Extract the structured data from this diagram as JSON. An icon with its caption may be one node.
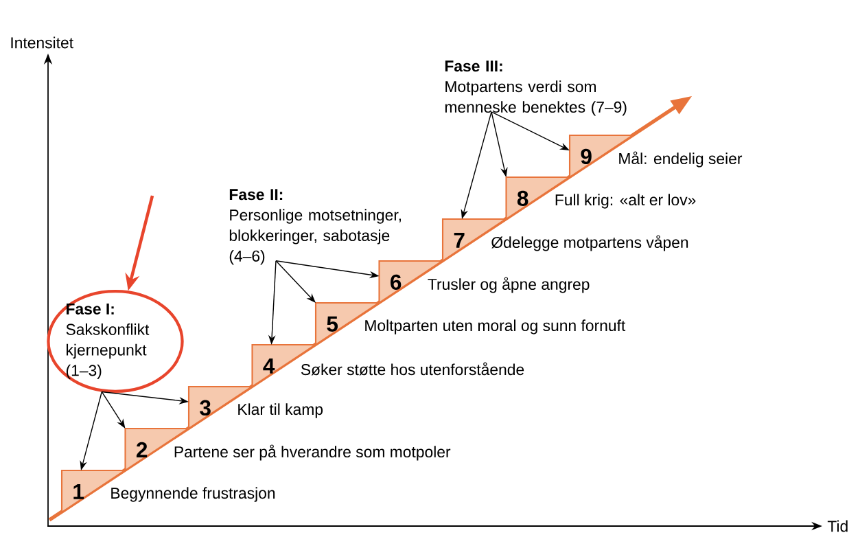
{
  "diagram": {
    "nodes": [
      {
        "text": [
          "Fase I:",
          "Sakskonflikt kjernepunkt (1–3)"
        ]
      },
      {
        "text": [
          "Fase II:",
          "Personlige motsetninger, blokkeringer, sabotasje (4–6)"
        ]
      },
      {
        "text": [
          "Fase III:",
          "Motpartens verdi som menneske benektes (7–9)"
        ]
      },
      {
        "text": [
          "1"
        ],
        "beside": [
          "Begynnende frustrasjon"
        ]
      },
      {
        "text": [
          "2"
        ],
        "beside": [
          "Partene ser på hverandre som motpoler"
        ]
      },
      {
        "text": [
          "3"
        ],
        "beside": [
          "Klar til kamp"
        ]
      },
      {
        "text": [
          "4"
        ],
        "beside": [
          "Søker støtte hos utenforstående"
        ]
      },
      {
        "text": [
          "5"
        ],
        "beside": [
          "Moltparten uten moral og sunn fornuft"
        ]
      },
      {
        "text": [
          "6"
        ],
        "beside": [
          "Trusler og åpne angrep"
        ]
      },
      {
        "text": [
          "7"
        ],
        "beside": [
          "Ødelegge motpartens våpen"
        ]
      },
      {
        "text": [
          "8"
        ],
        "beside": [
          "Full krig: «alt er lov»"
        ]
      },
      {
        "text": [
          "9"
        ],
        "beside": [
          "Mål: endelig seier"
        ]
      }
    ],
    "edges": [
      {
        "from": null,
        "to": 0,
        "arrow": "to",
        "style": "thick",
        "color": "#e8452c"
      },
      {
        "from": 0,
        "to": 3,
        "arrow": "to"
      },
      {
        "from": 0,
        "to": 4,
        "arrow": "to"
      },
      {
        "from": 0,
        "to": 5,
        "arrow": "to"
      },
      {
        "from": 1,
        "to": 6,
        "arrow": "to"
      },
      {
        "from": 1,
        "to": 7,
        "arrow": "to"
      },
      {
        "from": 1,
        "to": 8,
        "arrow": "to"
      },
      {
        "from": 2,
        "to": 9,
        "arrow": "to"
      },
      {
        "from": 2,
        "to": 10,
        "arrow": "to"
      },
      {
        "from": 2,
        "to": 11,
        "arrow": "to"
      }
    ],
    "labels": [
      "Intensitet",
      "Tid"
    ]
  }
}
